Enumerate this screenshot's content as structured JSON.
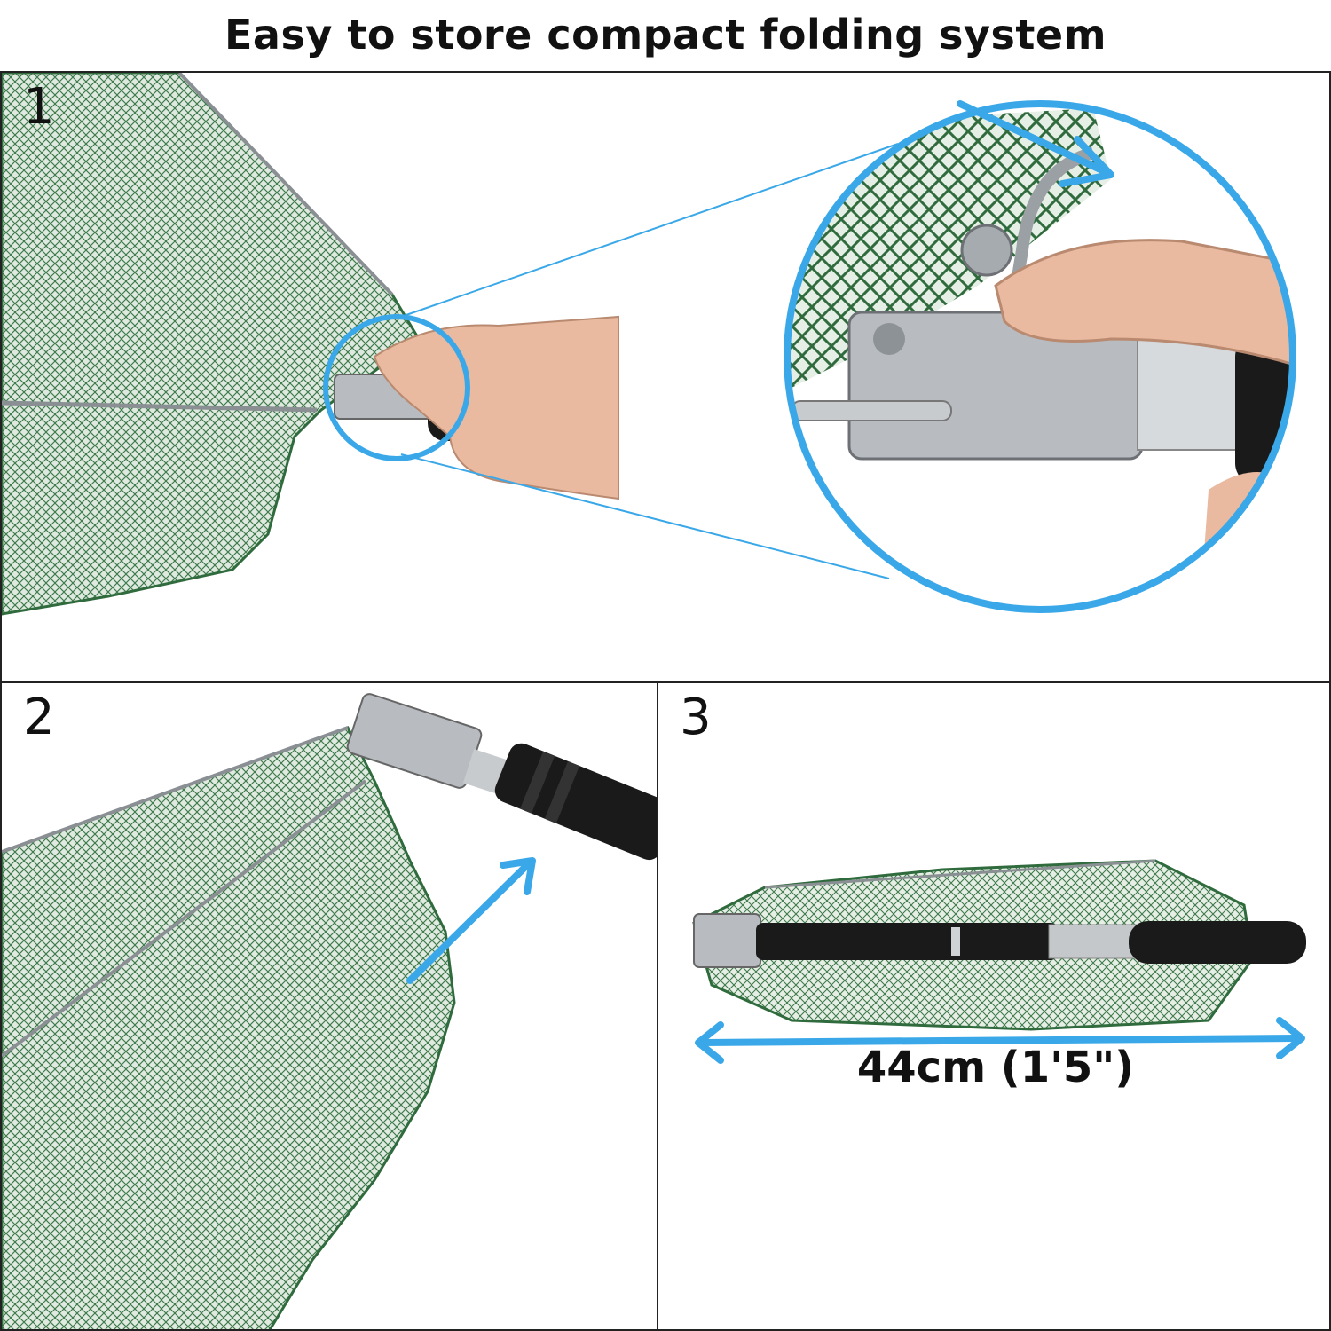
{
  "title": "Easy to store compact folding system",
  "steps": [
    {
      "number": "1"
    },
    {
      "number": "2"
    },
    {
      "number": "3",
      "measurement": "44cm (1'5\")"
    }
  ],
  "colors": {
    "net": "#2f6b3d",
    "net_dark": "#1f4f2b",
    "accent": "#3aa8e8",
    "handle": "#1a1a1a",
    "metal": "#b8bcc0",
    "skin": "#e9b9a0"
  },
  "icons": [
    "arrow-icon",
    "magnifier-circle-icon",
    "double-arrow-icon"
  ]
}
